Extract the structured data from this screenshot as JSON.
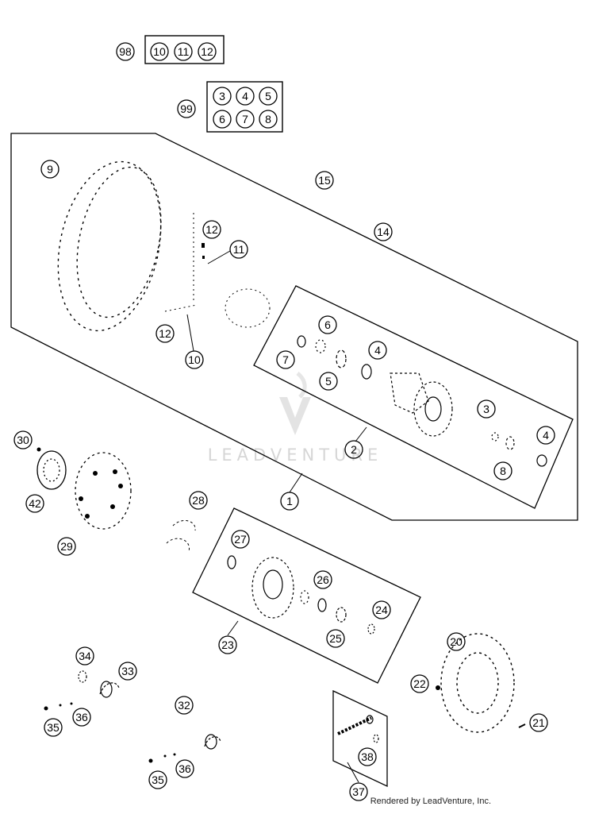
{
  "callouts": {
    "n1": "1",
    "n2": "2",
    "n3": "3",
    "n3b": "3",
    "n4": "4",
    "n4b": "4",
    "n4c": "4",
    "n5": "5",
    "n5b": "5",
    "n6": "6",
    "n6b": "6",
    "n7": "7",
    "n7b": "7",
    "n8": "8",
    "n8b": "8",
    "n9": "9",
    "n10": "10",
    "n10b": "10",
    "n11": "11",
    "n11b": "11",
    "n12": "12",
    "n12b": "12",
    "n12c": "12",
    "n14": "14",
    "n15": "15",
    "n20": "20",
    "n21": "21",
    "n22": "22",
    "n23": "23",
    "n24": "24",
    "n25": "25",
    "n26": "26",
    "n27": "27",
    "n28": "28",
    "n29": "29",
    "n30": "30",
    "n32": "32",
    "n33": "33",
    "n34": "34",
    "n35": "35",
    "n35b": "35",
    "n36": "36",
    "n36b": "36",
    "n37": "37",
    "n38": "38",
    "n42": "42",
    "n98": "98",
    "n99": "99"
  },
  "watermark": "LEADVENTURE",
  "credit": "Rendered by LeadVenture, Inc."
}
